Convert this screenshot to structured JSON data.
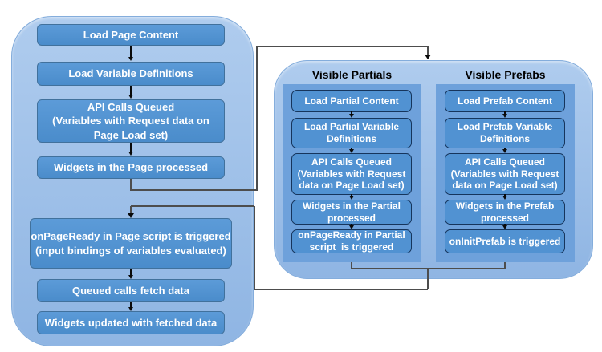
{
  "colors": {
    "container_fill_top": "#AFCCEE",
    "container_fill_bottom": "#8FB5E3",
    "container_border": "#84ADDC",
    "page_box_fill_top": "#5C9BD8",
    "page_box_fill_bottom": "#4A8CCB",
    "page_box_border": "#41719C",
    "panel_fill": "#6EA1DB",
    "panel_box_fill": "#5192D2",
    "panel_box_border": "#16355C",
    "box_text": "#FFFFFF",
    "header_text": "#000000",
    "connector": "#4D4D4D",
    "arrow": "#0A0A0A"
  },
  "page_flow": {
    "boxes": [
      {
        "label": "Load Page Content"
      },
      {
        "label": "Load Variable Definitions"
      },
      {
        "label": "API Calls Queued\n(Variables with Request data on\nPage Load set)"
      },
      {
        "label": "Widgets in the Page processed"
      },
      {
        "label": "onPageReady in Page script is triggered\n(input bindings of variables evaluated)"
      },
      {
        "label": "Queued calls fetch data"
      },
      {
        "label": "Widgets updated with fetched data"
      }
    ]
  },
  "partials_flow": {
    "header": "Visible Partials",
    "boxes": [
      {
        "label": "Load Partial Content"
      },
      {
        "label": "Load Partial Variable\nDefinitions"
      },
      {
        "label": "API Calls Queued\n(Variables with Request\ndata on Page Load set)"
      },
      {
        "label": "Widgets in the Partial\nprocessed"
      },
      {
        "label": "onPageReady in Partial\nscript  is triggered"
      }
    ]
  },
  "prefabs_flow": {
    "header": "Visible Prefabs",
    "boxes": [
      {
        "label": "Load Prefab Content"
      },
      {
        "label": "Load Prefab Variable\nDefinitions"
      },
      {
        "label": "API Calls Queued\n(Variables with Request\ndata on Page Load set)"
      },
      {
        "label": "Widgets in the Prefab\nprocessed"
      },
      {
        "label": "onInitPrefab is triggered"
      }
    ]
  }
}
